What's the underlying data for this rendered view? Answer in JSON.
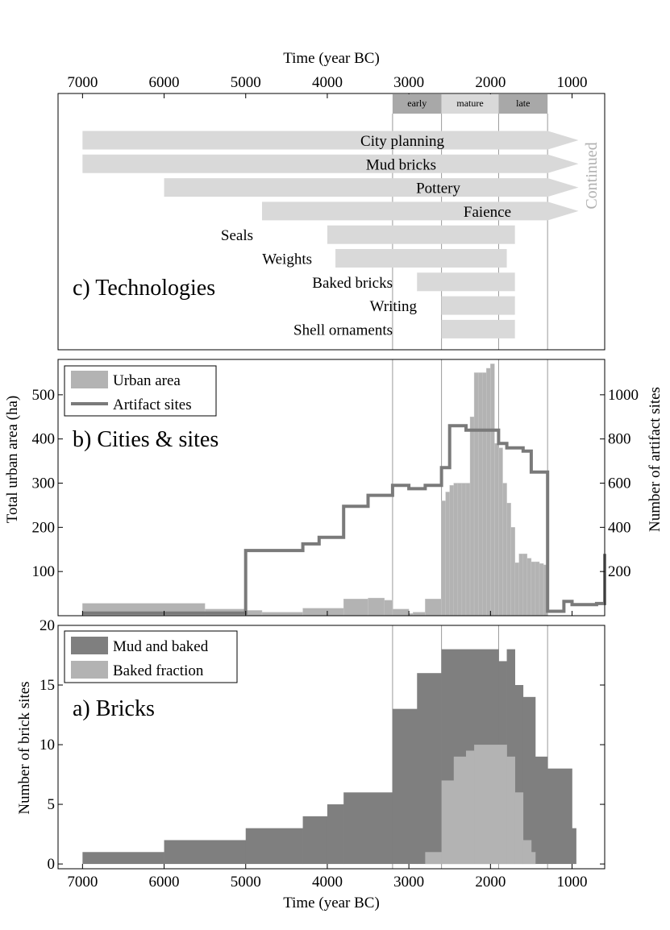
{
  "x_axis_label": "Time (year BC)",
  "x_ticks": [
    7000,
    6000,
    5000,
    4000,
    3000,
    2000,
    1000
  ],
  "colors": {
    "arrow": "#d9d9d9",
    "phase_dark": "#a8a8a8",
    "phase_light": "#d9d9d9",
    "urban": "#b3b3b3",
    "sites_line": "#7a7a7a",
    "mud": "#7f7f7f",
    "baked": "#b3b3b3",
    "continued": "#b0b0b0"
  },
  "phases": [
    {
      "label": "early",
      "from": 3200,
      "to": 2600,
      "shade": "dark"
    },
    {
      "label": "mature",
      "from": 2600,
      "to": 1900,
      "shade": "light"
    },
    {
      "label": "late",
      "from": 1900,
      "to": 1300,
      "shade": "dark"
    }
  ],
  "phase_boundaries": [
    3200,
    2600,
    1900,
    1300
  ],
  "chart_data": [
    {
      "type": "bar",
      "title": "c) Technologies",
      "continued_label": "Continued",
      "xlim": [
        7300,
        600
      ],
      "bars": [
        {
          "label": "City planning",
          "start": 7000,
          "end": 1000,
          "continued": true
        },
        {
          "label": "Mud bricks",
          "start": 7000,
          "end": 1000,
          "continued": true
        },
        {
          "label": "Pottery",
          "start": 6000,
          "end": 1000,
          "continued": true
        },
        {
          "label": "Faience",
          "start": 4800,
          "end": 1000,
          "continued": true
        },
        {
          "label": "Seals",
          "start": 4000,
          "end": 1700,
          "continued": false
        },
        {
          "label": "Weights",
          "start": 3900,
          "end": 1800,
          "continued": false
        },
        {
          "label": "Baked bricks",
          "start": 2900,
          "end": 1700,
          "continued": false
        },
        {
          "label": "Writing",
          "start": 2600,
          "end": 1700,
          "continued": false
        },
        {
          "label": "Shell ornaments",
          "start": 2600,
          "end": 1700,
          "continued": false
        }
      ]
    },
    {
      "type": "area",
      "title": "b) Cities & sites",
      "ylabel": "Total urban area (ha)",
      "y2label": "Number of artifact sites",
      "ylim": [
        0,
        580
      ],
      "y2lim": [
        0,
        1160
      ],
      "yticks": [
        100,
        200,
        300,
        400,
        500
      ],
      "y2ticks": [
        200,
        400,
        600,
        800,
        1000
      ],
      "legend": [
        "Urban area",
        "Artifact sites"
      ],
      "legend_position": "top-left",
      "urban_area": [
        [
          7000,
          5500,
          28
        ],
        [
          5500,
          5000,
          15
        ],
        [
          5000,
          4800,
          12
        ],
        [
          4800,
          4300,
          8
        ],
        [
          4300,
          3800,
          17
        ],
        [
          3800,
          3500,
          38
        ],
        [
          3500,
          3300,
          40
        ],
        [
          3300,
          3200,
          35
        ],
        [
          3200,
          3000,
          15
        ],
        [
          3000,
          2950,
          5
        ],
        [
          2950,
          2800,
          8
        ],
        [
          2800,
          2600,
          38
        ],
        [
          2600,
          2550,
          260
        ],
        [
          2550,
          2500,
          280
        ],
        [
          2500,
          2450,
          295
        ],
        [
          2450,
          2400,
          300
        ],
        [
          2400,
          2350,
          300
        ],
        [
          2350,
          2300,
          300
        ],
        [
          2300,
          2250,
          300
        ],
        [
          2250,
          2200,
          450
        ],
        [
          2200,
          2150,
          550
        ],
        [
          2150,
          2100,
          550
        ],
        [
          2100,
          2050,
          550
        ],
        [
          2050,
          2000,
          560
        ],
        [
          2000,
          1950,
          570
        ],
        [
          1950,
          1900,
          390
        ],
        [
          1900,
          1850,
          380
        ],
        [
          1850,
          1800,
          300
        ],
        [
          1800,
          1750,
          255
        ],
        [
          1750,
          1700,
          200
        ],
        [
          1700,
          1650,
          120
        ],
        [
          1650,
          1600,
          140
        ],
        [
          1600,
          1550,
          140
        ],
        [
          1550,
          1500,
          130
        ],
        [
          1500,
          1450,
          122
        ],
        [
          1450,
          1400,
          122
        ],
        [
          1400,
          1350,
          118
        ],
        [
          1350,
          1300,
          115
        ]
      ],
      "artifact_sites": [
        [
          7000,
          12
        ],
        [
          5000,
          12
        ],
        [
          5000,
          295
        ],
        [
          4300,
          295
        ],
        [
          4300,
          325
        ],
        [
          4100,
          325
        ],
        [
          4100,
          355
        ],
        [
          3800,
          355
        ],
        [
          3800,
          495
        ],
        [
          3500,
          495
        ],
        [
          3500,
          545
        ],
        [
          3200,
          545
        ],
        [
          3200,
          590
        ],
        [
          3000,
          590
        ],
        [
          3000,
          575
        ],
        [
          2800,
          575
        ],
        [
          2800,
          590
        ],
        [
          2600,
          590
        ],
        [
          2600,
          670
        ],
        [
          2500,
          670
        ],
        [
          2500,
          860
        ],
        [
          2300,
          860
        ],
        [
          2300,
          840
        ],
        [
          1900,
          840
        ],
        [
          1900,
          780
        ],
        [
          1800,
          780
        ],
        [
          1800,
          760
        ],
        [
          1600,
          760
        ],
        [
          1600,
          745
        ],
        [
          1500,
          745
        ],
        [
          1500,
          650
        ],
        [
          1300,
          650
        ],
        [
          1300,
          20
        ],
        [
          1100,
          20
        ],
        [
          1100,
          65
        ],
        [
          1000,
          65
        ],
        [
          1000,
          50
        ],
        [
          700,
          50
        ],
        [
          700,
          55
        ],
        [
          600,
          55
        ],
        [
          600,
          280
        ]
      ]
    },
    {
      "type": "area",
      "title": "a) Bricks",
      "ylabel": "Number of brick sites",
      "xlabel": "Time (year BC)",
      "ylim": [
        -0.4,
        20
      ],
      "yticks": [
        0,
        5,
        10,
        15,
        20
      ],
      "legend": [
        "Mud and baked",
        "Baked fraction"
      ],
      "legend_position": "top-left",
      "mud_and_baked": [
        [
          7000,
          6000,
          1
        ],
        [
          6000,
          5000,
          2
        ],
        [
          5000,
          4300,
          3
        ],
        [
          4300,
          4000,
          4
        ],
        [
          4000,
          3800,
          5
        ],
        [
          3800,
          3200,
          6
        ],
        [
          3200,
          2900,
          13
        ],
        [
          2900,
          2600,
          16
        ],
        [
          2600,
          1900,
          18
        ],
        [
          1900,
          1800,
          17
        ],
        [
          1800,
          1700,
          18
        ],
        [
          1700,
          1600,
          15
        ],
        [
          1600,
          1450,
          14
        ],
        [
          1450,
          1300,
          9
        ],
        [
          1300,
          1000,
          8
        ],
        [
          1000,
          950,
          3
        ]
      ],
      "baked_fraction": [
        [
          2800,
          2600,
          1
        ],
        [
          2600,
          2450,
          7
        ],
        [
          2450,
          2300,
          9
        ],
        [
          2300,
          2200,
          9.5
        ],
        [
          2200,
          1900,
          10
        ],
        [
          1900,
          1800,
          10
        ],
        [
          1800,
          1700,
          9
        ],
        [
          1700,
          1600,
          6
        ],
        [
          1600,
          1500,
          2
        ],
        [
          1500,
          1450,
          1
        ]
      ]
    }
  ]
}
